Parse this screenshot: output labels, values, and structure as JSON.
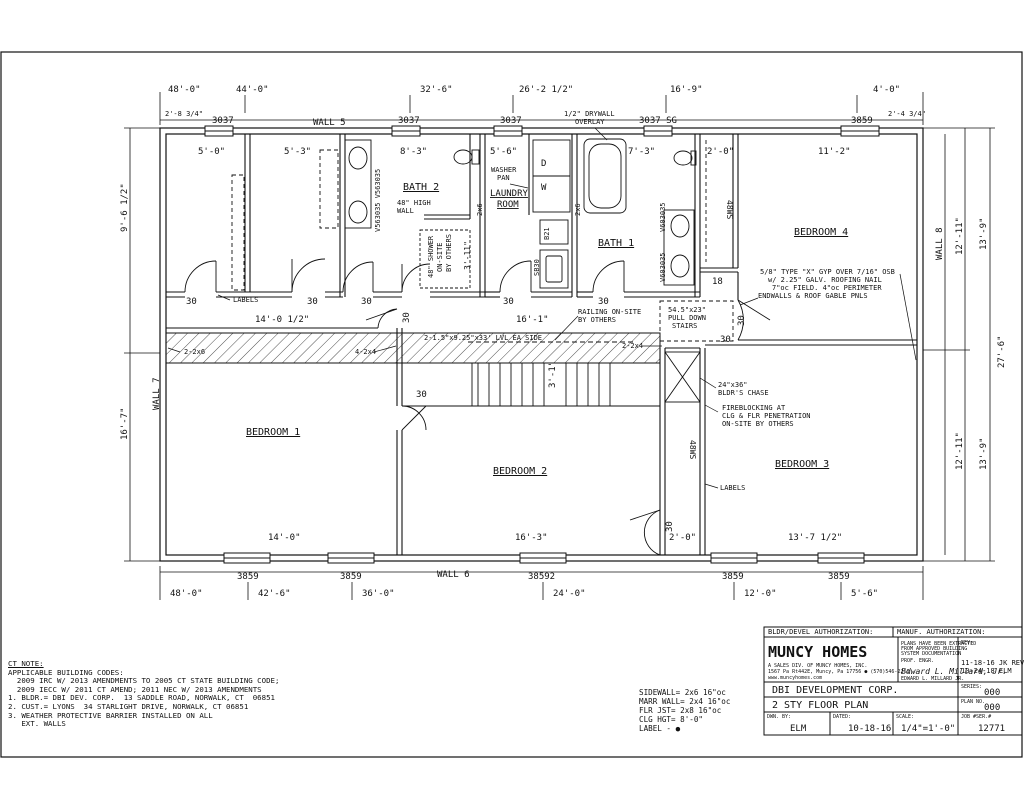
{
  "dimensions": {
    "top_overall": [
      "48'-0\"",
      "44'-0\"",
      "32'-6\"",
      "26'-2 1/2\"",
      "16'-9\"",
      "4'-0\""
    ],
    "top_small_left": "2'-8 3/4\"",
    "top_small_right": "2'-4 3/4\"",
    "top_windows": [
      "3037",
      "3037",
      "3037",
      "3037 SG",
      "3859"
    ],
    "wall_top": "WALL 5",
    "wall_bottom": "WALL 6",
    "wall_left": "WALL 7",
    "wall_right": "WALL 8",
    "bottom_windows": [
      "3859",
      "3859",
      "38592",
      "3859",
      "3859"
    ],
    "bottom_overall": [
      "48'-0\"",
      "42'-6\"",
      "36'-0\"",
      "24'-0\"",
      "12'-0\"",
      "5'-6\""
    ],
    "left_dims": [
      "9'-6 1/2\"",
      "16'-7\""
    ],
    "right_dims_inner": [
      "12'-11\"",
      "12'-11\""
    ],
    "right_dims_mid": [
      "13'-9\"",
      "13'-9\""
    ],
    "right_dims_overall": "27'-6\"",
    "closet_widths": [
      "5'-0\"",
      "5'-3\"",
      "8'-3\"",
      "5'-6\"",
      "7'-3\"",
      "2'-0\"",
      "11'-2\""
    ],
    "room_widths_bottom": [
      "14'-0\"",
      "16'-3\"",
      "2'-0\"",
      "13'-7 1/2\""
    ],
    "hall_width": "14'-0 1/2\"",
    "hall_width_2": "16'-1\"",
    "stair_dim": "3'-1\"",
    "shower_dim": "3'-11\""
  },
  "rooms": {
    "bath2": "BATH 2",
    "laundry": "LAUNDRY\nROOM",
    "bath1": "BATH 1",
    "bedroom4": "BEDROOM 4",
    "bedroom1": "BEDROOM 1",
    "bedroom2": "BEDROOM 2",
    "bedroom3": "BEDROOM 3"
  },
  "labels": {
    "drywall": "1/2\" DRYWALL\nOVERLAY",
    "washer_pan": "WASHER\nPAN",
    "high_wall": "48\" HIGH\nWALL",
    "shower": "48\" SHOWER\nON-SITE\nBY OTHERS",
    "vanity_left": "V563035 V563035",
    "vanity_right": "V603035",
    "vanity_right2": "V603035",
    "labels_tag": "LABELS",
    "labels_tag2": "LABELS",
    "door_30": "30",
    "railing": "RAILING ON-SITE\nBY OTHERS",
    "pulldown": "54.5\"x23\"\nPULL DOWN\nSTAIRS",
    "lvl": "2-1.5\"x9.25\"x33' LVL EA SIDE",
    "gyp_note": "5/8\" TYPE \"X\" GYP OVER 7/16\" OSB\nw/ 2.25\" GALV. ROOFING NAIL\n7\"oc FIELD. 4\"oc PERIMETER\nENDWALLS & ROOF GABLE PNLS",
    "chase": "24\"x36\"\nBLDR'S CHASE",
    "fireblocking": "FIREBLOCKING AT\nCLG & FLR PENETRATION\nON-SITE BY OTHERS",
    "header_2x6": "2-2x6",
    "header_4x4": "4-2x4",
    "header_2x4": "2-2x4",
    "ws48": "48WS",
    "ws48b": "48WS",
    "d": "D",
    "w": "W",
    "b21": "B21",
    "sb30": "SB30",
    "n18": "18",
    "n2x6": "2x6"
  },
  "notes": {
    "title": "CT NOTE:",
    "lines": [
      "APPLICABLE BUILDING CODES:",
      "  2009 IRC W/ 2013 AMENDMENTS TO 2005 CT STATE BUILDING CODE;",
      "  2009 IECC W/ 2011 CT AMEND; 2011 NEC W/ 2013 AMENDMENTS",
      "",
      "1. BLDR.= DBI DEV. CORP.  13 SADDLE ROAD, NORWALK, CT  06851",
      "2. CUST.= LYONS  34 STARLIGHT DRIVE, NORWALK, CT 06851",
      "3. WEATHER PROTECTIVE BARRIER INSTALLED ON ALL",
      "   EXT. WALLS"
    ]
  },
  "specs": [
    "SIDEWALL= 2x6 16\"oc",
    "MARR WALL= 2x4 16\"oc",
    "FLR JST= 2x8 16\"oc",
    "CLG HGT= 8'-0\"",
    "LABEL - ●"
  ],
  "title_block": {
    "bldr_auth": "BLDR/DEVEL AUTHORIZATION:",
    "mfr_auth": "MANUF. AUTHORIZATION:",
    "company": "MUNCY HOMES",
    "company_sub": "A SALES DIV. OF MUNCY HOMES, INC.",
    "address": "1567 Pa Rt442E, Muncy, Pa 17756 ● (570)546-2261",
    "website": "www.muncyhomes.com",
    "plans_note": "PLANS HAVE BEEN EXTRACTED\nFROM APPROVED BUILDING\nSYSTEM DOCUMENTATION",
    "prof_engr": "PROF. ENGR.",
    "engineer": "EDWARD L. MILLARD JR.",
    "client": "DBI DEVELOPMENT CORP.",
    "sheet_title": "2 STY FLOOR PLAN",
    "drawn_by_label": "DWN. BY:",
    "drawn_by": "ELM",
    "dated_label": "DATED:",
    "dated": "10-18-16",
    "scale_label": "SCALE:",
    "scale": "1/4\"=1'-0\"",
    "job_label": "JOB #SER.#",
    "job": "12771",
    "rev_label": "REV:",
    "rev1": "11-18-16  JK REV",
    "rev2": "10-24-18  ELM",
    "series_label": "SERIES:",
    "series": "000",
    "plan_label": "PLAN NO.",
    "plan": "000"
  }
}
